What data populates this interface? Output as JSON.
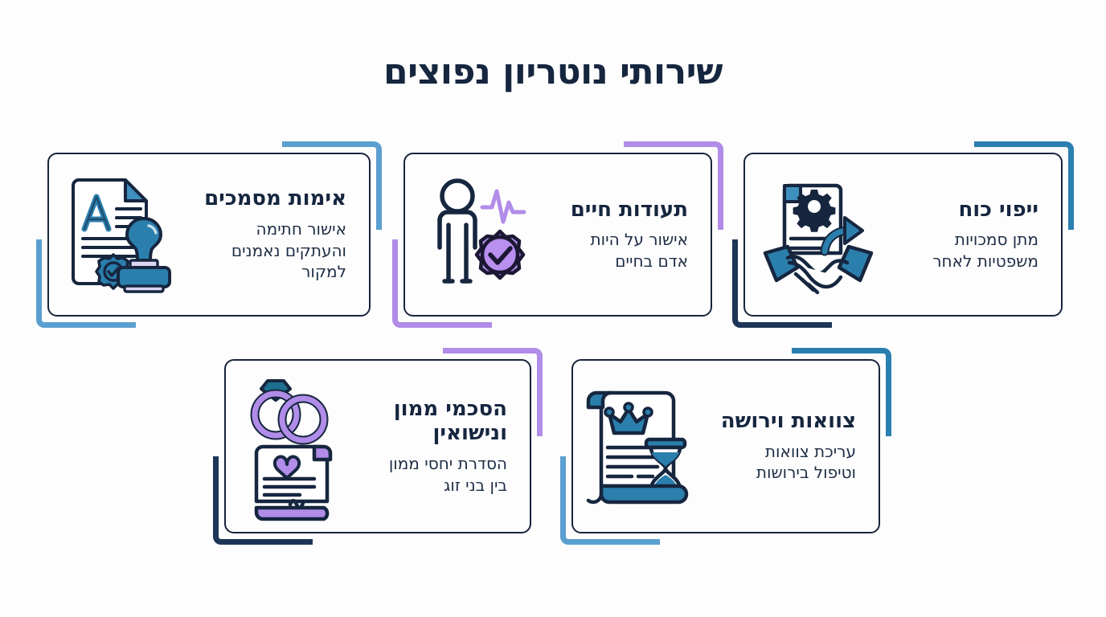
{
  "page": {
    "title": "שירותי נוטריון נפוצים",
    "background_color": "#fdfdfd",
    "title_color": "#16263f",
    "body_text_color": "#1d2d45"
  },
  "palette": {
    "navy": "#18243c",
    "light_blue": "#5b9fd0",
    "teal": "#2b7fb0",
    "purple": "#b18ce8",
    "icon_blue": "#2b7fad",
    "icon_light_purple": "#b18ce8"
  },
  "cards": [
    {
      "id": "document-authentication",
      "title": "אימות מסמכים",
      "description": "אישור חתימה\nוהעתקים נאמנים\nלמקור",
      "accent_top_right": "#5b9fd0",
      "accent_bottom_left": "#5b9fd0",
      "icon_name": "document-stamp-icon"
    },
    {
      "id": "life-certificates",
      "title": "תעודות חיים",
      "description": "אישור על היות\nאדם בחיים",
      "accent_top_right": "#b18ce8",
      "accent_bottom_left": "#b18ce8",
      "icon_name": "person-pulse-seal-icon"
    },
    {
      "id": "power-of-attorney",
      "title": "ייפוי כוח",
      "description": "מתן סמכויות\nמשפטיות לאחר",
      "accent_top_right": "#2b7fb0",
      "accent_bottom_left": "#1d3557",
      "icon_name": "handshake-document-icon"
    },
    {
      "id": "prenuptial-agreements",
      "title": "הסכמי ממון\nונישואין",
      "description": "הסדרת יחסי ממון\nבין בני זוג",
      "accent_top_right": "#b18ce8",
      "accent_bottom_left": "#1d3557",
      "icon_name": "wedding-rings-scroll-icon"
    },
    {
      "id": "wills-and-inheritance",
      "title": "צוואות וירושה",
      "description": "עריכת צוואות\nוטיפול בירושות",
      "accent_top_right": "#2b7fb0",
      "accent_bottom_left": "#5b9fd0",
      "icon_name": "scroll-crown-hourglass-icon"
    }
  ]
}
